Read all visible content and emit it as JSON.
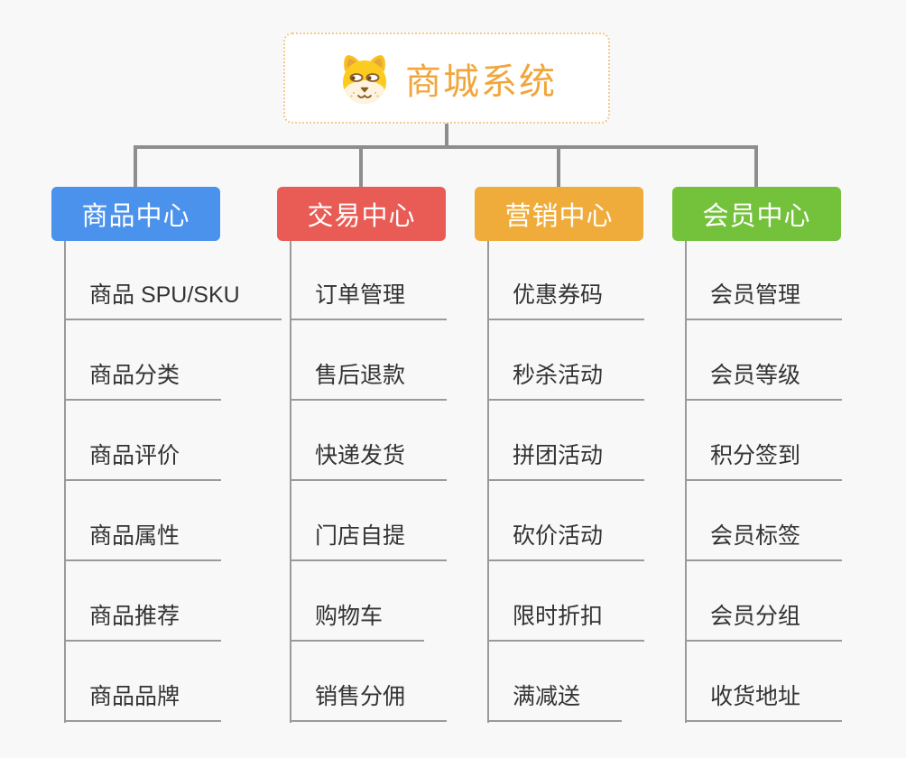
{
  "root": {
    "title": "商城系统",
    "title_color": "#F0A63C",
    "icon": "dog-icon"
  },
  "colors": {
    "background": "#F8F8F8",
    "connector_line": "#8E8E8E",
    "child_line": "#9A9A9A",
    "child_text": "#333333",
    "root_border": "#F1CA90"
  },
  "branches": [
    {
      "label": "商品中心",
      "color": "#4B92EC",
      "items": [
        "商品 SPU/SKU",
        "商品分类",
        "商品评价",
        "商品属性",
        "商品推荐",
        "商品品牌"
      ]
    },
    {
      "label": "交易中心",
      "color": "#E95B55",
      "items": [
        "订单管理",
        "售后退款",
        "快递发货",
        "门店自提",
        "购物车",
        "销售分佣"
      ]
    },
    {
      "label": "营销中心",
      "color": "#EFAC3B",
      "items": [
        "优惠券码",
        "秒杀活动",
        "拼团活动",
        "砍价活动",
        "限时折扣",
        "满减送"
      ]
    },
    {
      "label": "会员中心",
      "color": "#74C23C",
      "items": [
        "会员管理",
        "会员等级",
        "积分签到",
        "会员标签",
        "会员分组",
        "收货地址"
      ]
    }
  ]
}
